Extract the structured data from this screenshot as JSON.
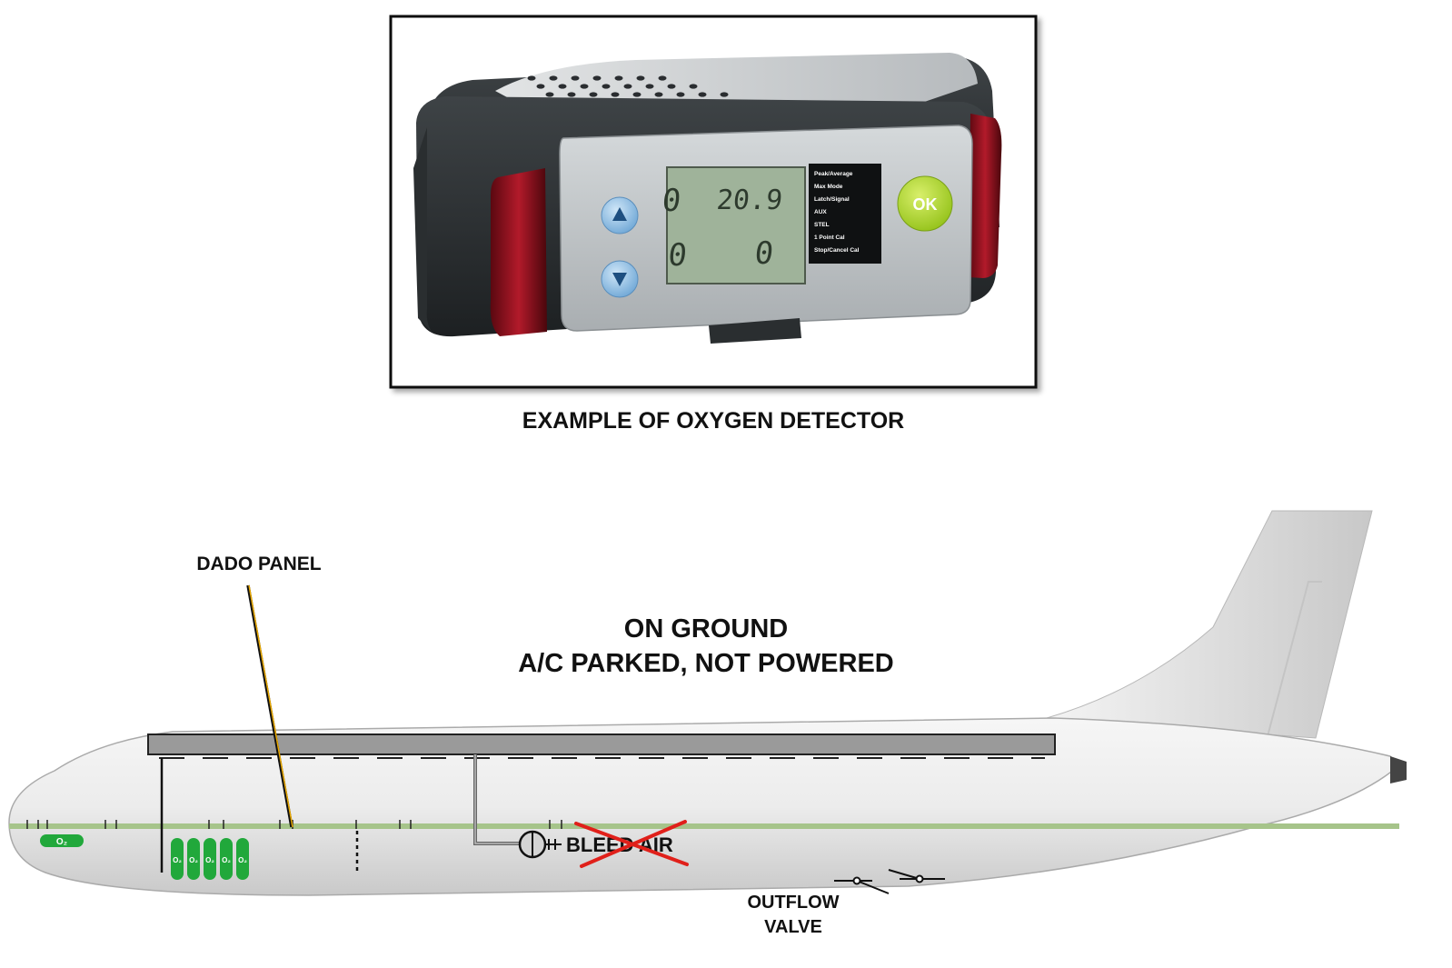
{
  "detector": {
    "caption": "EXAMPLE OF OXYGEN DETECTOR",
    "lcd": {
      "top_left": "0",
      "top_right": "20.9",
      "bottom_left": "0",
      "bottom_right": "0"
    },
    "ok_label": "OK",
    "menu_items": [
      "Peak/Average",
      "Max Mode",
      "Latch/Signal",
      "AUX",
      "STEL",
      "1 Point Cal",
      "Stop/Cancel Cal"
    ]
  },
  "aircraft": {
    "title_line1": "ON GROUND",
    "title_line2": "A/C PARKED, NOT POWERED",
    "dado_label": "DADO PANEL",
    "bleed_label": "BLEED AIR",
    "outflow_line1": "OUTFLOW",
    "outflow_line2": "VALVE",
    "o2_symbol": "O₂",
    "o2_bottle_count": 5
  },
  "colors": {
    "fuselage": "#e8e8e8",
    "floor_line": "#a6c48a",
    "o2_green": "#21a83b",
    "cross_red": "#e0201a",
    "dado_leader": "#e8a800"
  }
}
